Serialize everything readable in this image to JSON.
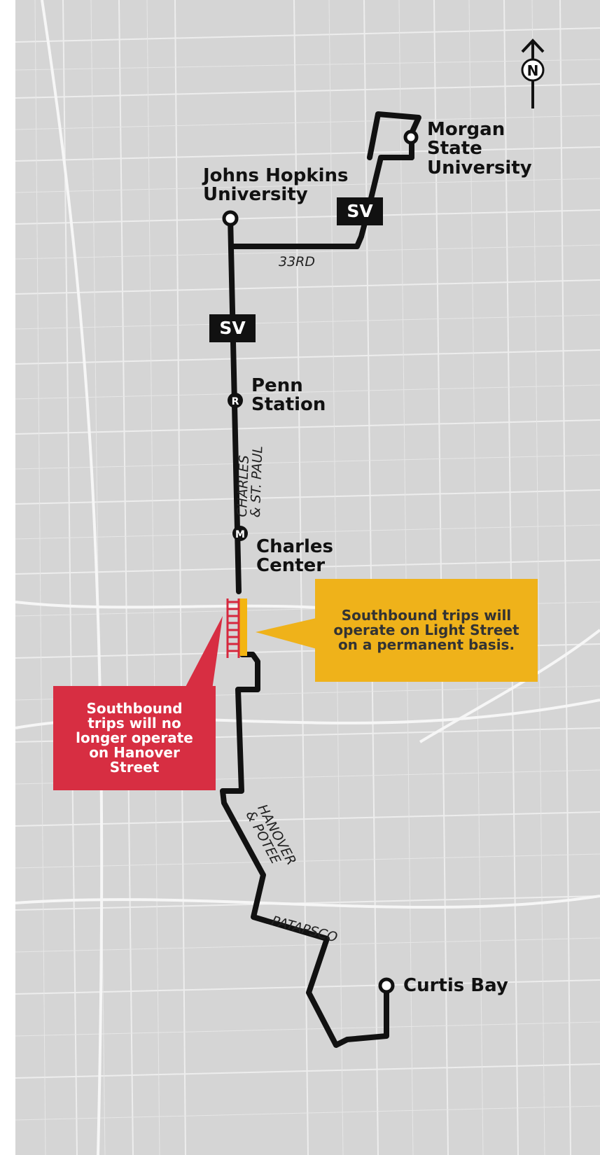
{
  "colors": {
    "background": "#d5d5d5",
    "streets": "#f2f2f2",
    "route": "#111111",
    "light_street": "#f3b512",
    "hanover_removed": "#d6283e",
    "callout_yellow": "#efb21a",
    "callout_red": "#d72e42"
  },
  "compass": {
    "label": "N",
    "icon": "north-arrow-icon"
  },
  "route_badges": [
    "SV",
    "SV"
  ],
  "stops": {
    "morgan": "Morgan\nState\nUniversity",
    "johns_hopkins": "Johns Hopkins\nUniversity",
    "penn_station": "Penn\nStation",
    "penn_station_marker": "R",
    "charles_center": "Charles\nCenter",
    "charles_center_marker": "M",
    "curtis_bay": "Curtis Bay"
  },
  "streets": {
    "thirty_third": "33RD",
    "charles_st_paul": "CHARLES\n& ST. PAUL",
    "hanover_potee": "HANOVER\n& POTEE",
    "patapsco": "PATAPSCO"
  },
  "callouts": {
    "light_street": "Southbound trips will operate on Light Street on a permanent basis.",
    "hanover": "Southbound trips will no longer operate on Hanover Street"
  }
}
